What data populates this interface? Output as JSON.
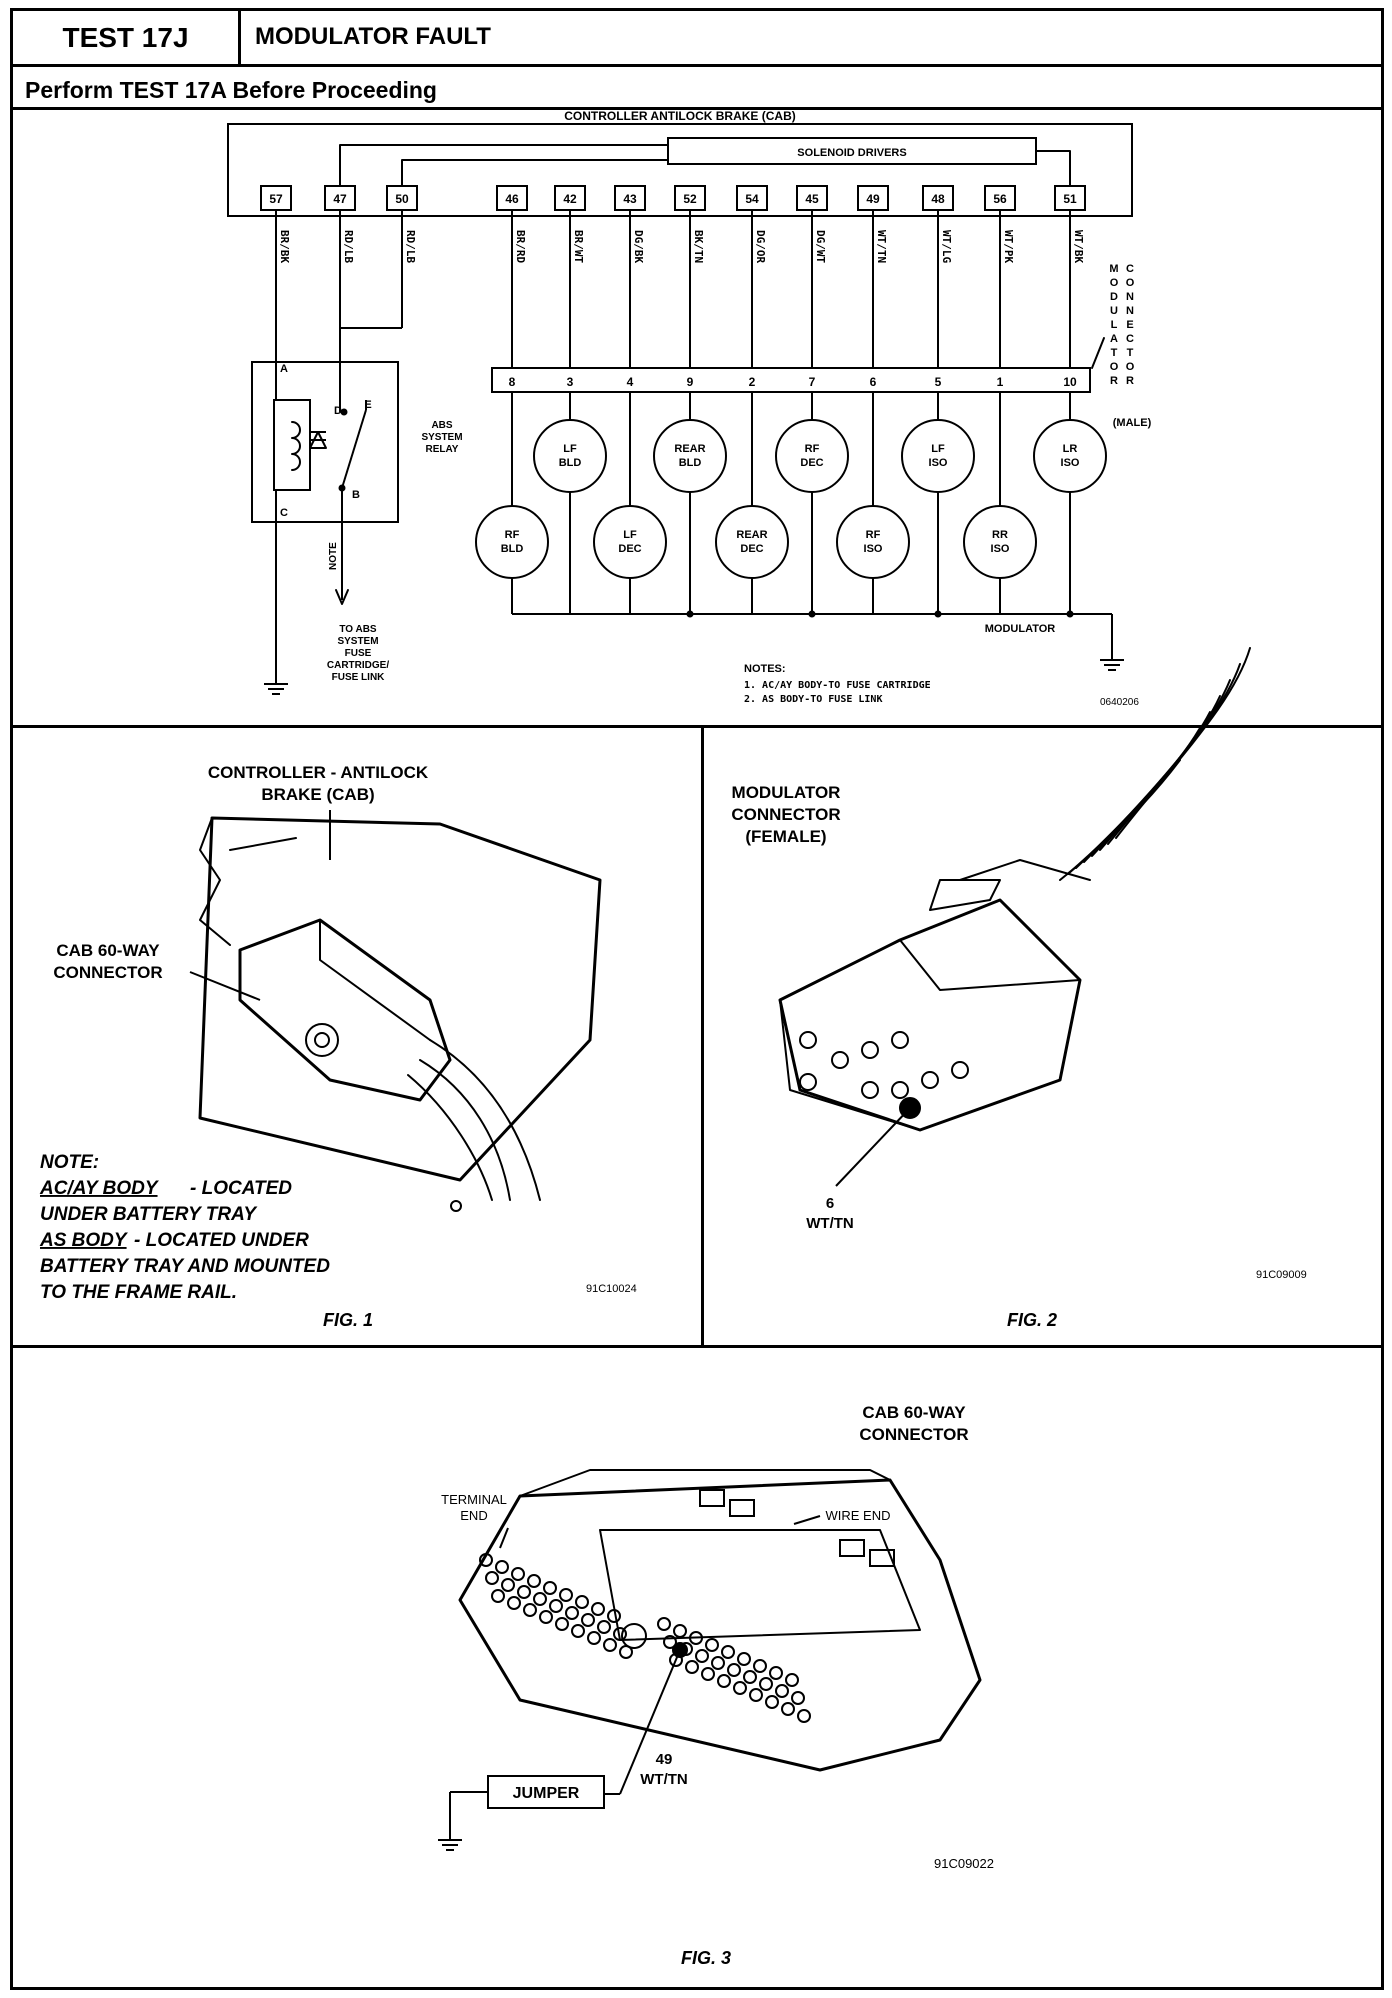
{
  "header": {
    "test_id": "TEST 17J",
    "title": "MODULATOR FAULT",
    "subtitle": "Perform TEST 17A Before Proceeding"
  },
  "schematic": {
    "controller_label": "CONTROLLER ANTILOCK BRAKE (CAB)",
    "solenoid_label": "SOLENOID DRIVERS",
    "cab_pins": [
      {
        "pin": "57",
        "wire": "BR/BK"
      },
      {
        "pin": "47",
        "wire": "RD/LB"
      },
      {
        "pin": "50",
        "wire": "RD/LB"
      },
      {
        "pin": "46",
        "wire": "BR/RD"
      },
      {
        "pin": "42",
        "wire": "BR/WT"
      },
      {
        "pin": "43",
        "wire": "DG/BK"
      },
      {
        "pin": "52",
        "wire": "BK/TN"
      },
      {
        "pin": "54",
        "wire": "DG/OR"
      },
      {
        "pin": "45",
        "wire": "DG/WT"
      },
      {
        "pin": "49",
        "wire": "WT/TN"
      },
      {
        "pin": "48",
        "wire": "WT/LG"
      },
      {
        "pin": "56",
        "wire": "WT/PK"
      },
      {
        "pin": "51",
        "wire": "WT/BK"
      }
    ],
    "mod_pins": [
      "8",
      "3",
      "4",
      "9",
      "2",
      "7",
      "6",
      "5",
      "1",
      "10"
    ],
    "mod_connector_label": "MODULATOR CONNECTOR",
    "mod_connector_male": "(MALE)",
    "upper_valves": [
      {
        "l1": "LF",
        "l2": "BLD"
      },
      {
        "l1": "REAR",
        "l2": "BLD"
      },
      {
        "l1": "RF",
        "l2": "DEC"
      },
      {
        "l1": "LF",
        "l2": "ISO"
      },
      {
        "l1": "LR",
        "l2": "ISO"
      }
    ],
    "lower_valves": [
      {
        "l1": "RF",
        "l2": "BLD"
      },
      {
        "l1": "LF",
        "l2": "DEC"
      },
      {
        "l1": "REAR",
        "l2": "DEC"
      },
      {
        "l1": "RF",
        "l2": "ISO"
      },
      {
        "l1": "RR",
        "l2": "ISO"
      }
    ],
    "relay_label": [
      "ABS",
      "SYSTEM",
      "RELAY"
    ],
    "relay_terminals": {
      "a": "A",
      "b": "B",
      "c": "C",
      "d": "D",
      "e": "E"
    },
    "note_wire": "NOTE",
    "fuse_label": [
      "TO ABS",
      "SYSTEM",
      "FUSE",
      "CARTRIDGE/",
      "FUSE LINK"
    ],
    "modulator_label": "MODULATOR",
    "notes_title": "NOTES:",
    "notes": [
      "1. AC/AY BODY-TO FUSE CARTRIDGE",
      "2. AS BODY-TO FUSE LINK"
    ],
    "code": "0640206"
  },
  "fig1": {
    "title": [
      "CONTROLLER - ANTILOCK",
      "BRAKE (CAB)"
    ],
    "connector": [
      "CAB 60-WAY",
      "CONNECTOR"
    ],
    "note_title": "NOTE:",
    "note1_u": "AC/AY BODY ",
    "note1_rest": "- LOCATED",
    "note2": "UNDER BATTERY TRAY",
    "note3_u": "AS BODY ",
    "note3_rest": "- LOCATED UNDER",
    "note4": "BATTERY TRAY AND MOUNTED",
    "note5": "TO THE FRAME RAIL.",
    "code": "91C10024",
    "caption": "FIG. 1"
  },
  "fig2": {
    "title": [
      "MODULATOR",
      "CONNECTOR",
      "(FEMALE)"
    ],
    "pin_num": "6",
    "pin_wire": "WT/TN",
    "code": "91C09009",
    "caption": "FIG. 2"
  },
  "fig3": {
    "title": [
      "CAB 60-WAY",
      "CONNECTOR"
    ],
    "terminal_end": [
      "TERMINAL",
      "END"
    ],
    "wire_end": "WIRE END",
    "pin_num": "49",
    "pin_wire": "WT/TN",
    "jumper": "JUMPER",
    "code": "91C09022",
    "caption": "FIG. 3"
  }
}
